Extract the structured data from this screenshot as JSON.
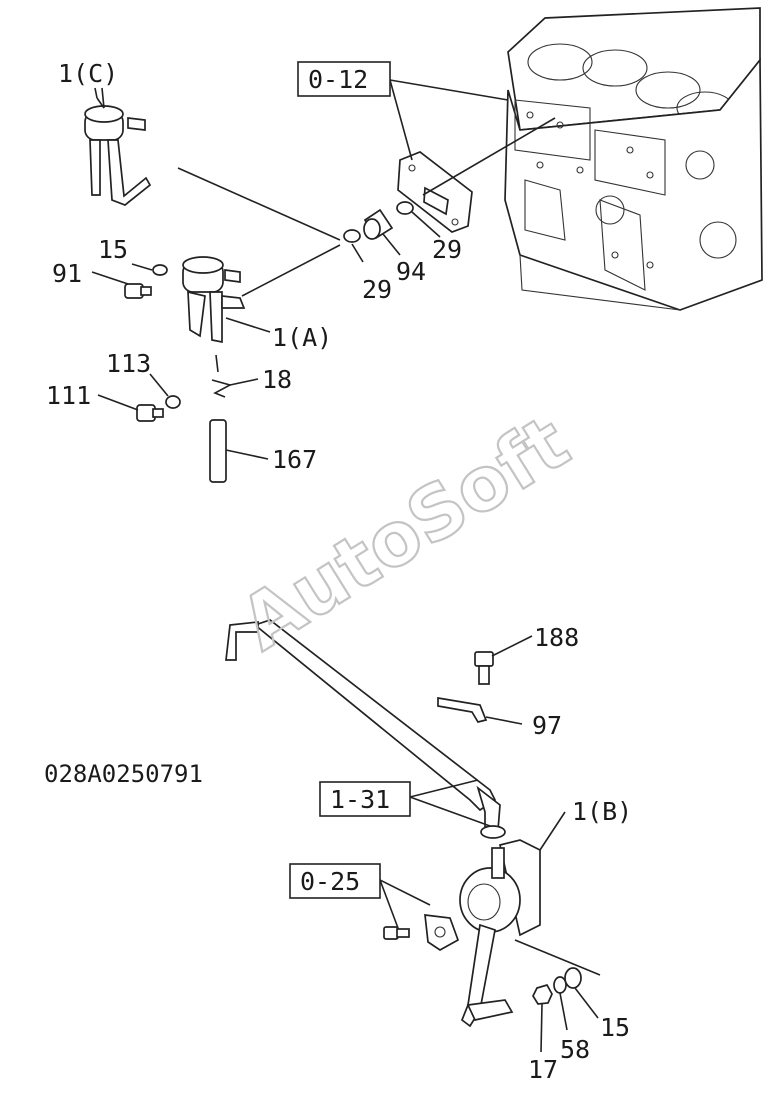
{
  "drawing": {
    "code": "028A0250791",
    "watermark": "AutoSoft"
  },
  "references": [
    {
      "id": "ref-0-12",
      "text": "0-12"
    },
    {
      "id": "ref-1-31",
      "text": "1-31"
    },
    {
      "id": "ref-0-25",
      "text": "0-25"
    }
  ],
  "callouts": {
    "p1c": "1(C)",
    "p15a": "15",
    "p91": "91",
    "p29a": "29",
    "p94": "94",
    "p29b": "29",
    "p1a": "1(A)",
    "p113": "113",
    "p111": "111",
    "p18": "18",
    "p167": "167",
    "p188": "188",
    "p97": "97",
    "p1b": "1(B)",
    "p15b": "15",
    "p58": "58",
    "p17": "17"
  }
}
